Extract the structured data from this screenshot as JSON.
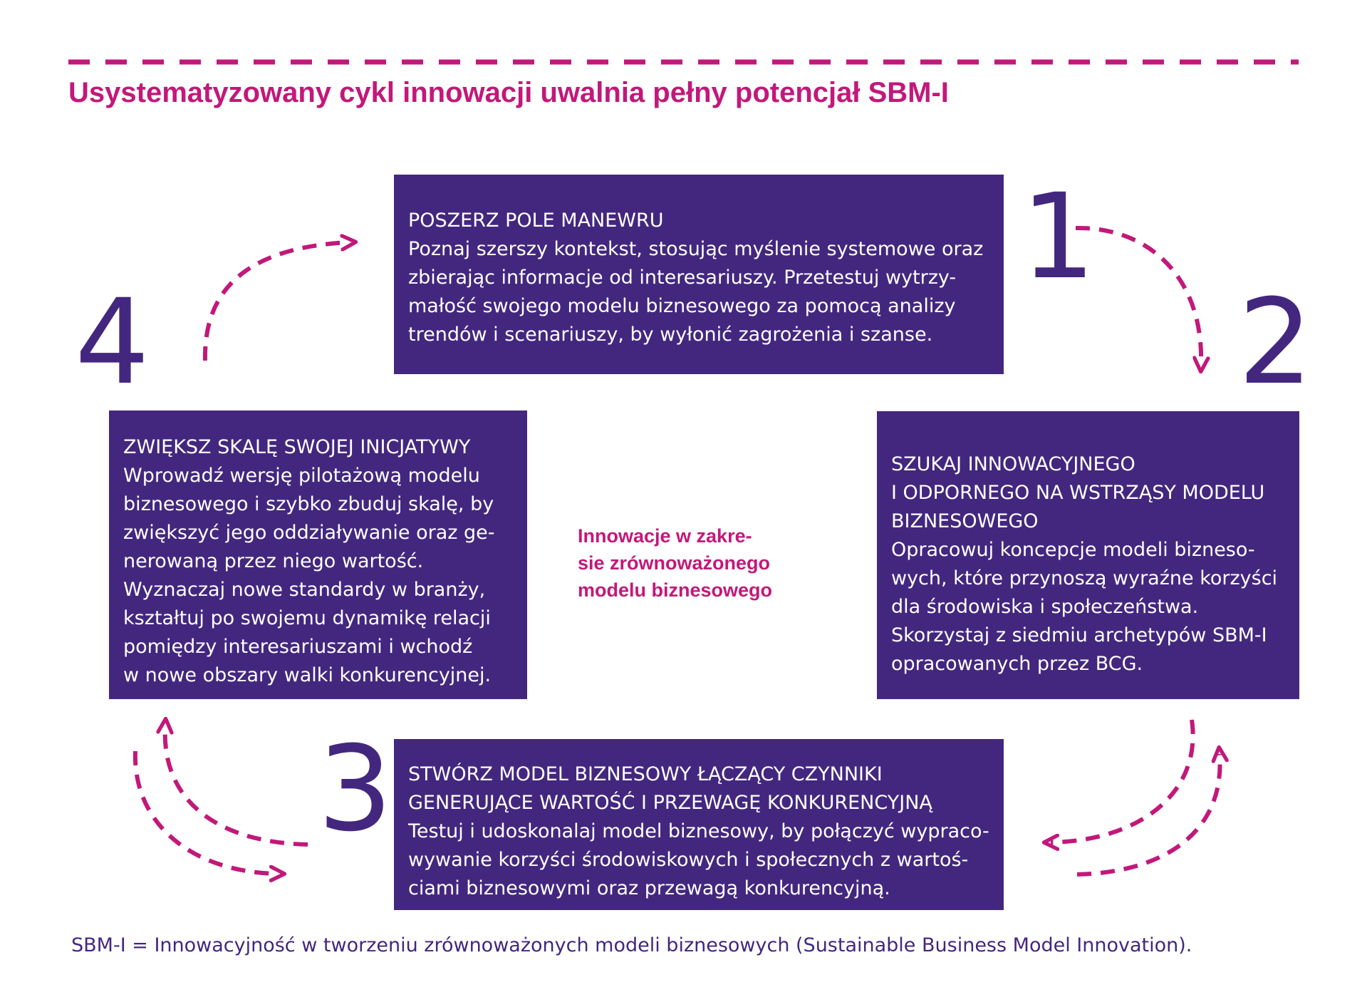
{
  "title": "Usystematyzowany cykl innowacji uwalnia pełny potencjał SBM-I",
  "colors": {
    "accent": "#c2187a",
    "primary": "#43277f",
    "background": "#ffffff"
  },
  "steps": [
    {
      "number": "1",
      "heading": [
        "POSZERZ POLE MANEWRU"
      ],
      "body": [
        "Poznaj szerszy kontekst, stosując myślenie systemowe oraz",
        "zbierając informacje od interesariuszy. Przetestuj wytrzy-",
        "małość swojego modelu biznesowego za pomocą analizy",
        "trendów i scenariuszy, by wyłonić zagrożenia i szanse."
      ]
    },
    {
      "number": "2",
      "heading": [
        "SZUKAJ INNOWACYJNEGO",
        "I ODPORNEGO NA WSTRZĄSY MODELU",
        "BIZNESOWEGO"
      ],
      "body": [
        "Opracowuj koncepcje modeli bizneso-",
        "wych, które przynoszą wyraźne korzyści",
        "dla środowiska i społeczeństwa.",
        "Skorzystaj z siedmiu archetypów SBM-I",
        "opracowanych przez BCG."
      ]
    },
    {
      "number": "3",
      "heading": [
        "STWÓRZ  MODEL BIZNESOWY ŁĄCZĄCY CZYNNIKI",
        "GENERUJĄCE WARTOŚĆ I PRZEWAGĘ KONKURENCYJNĄ"
      ],
      "body": [
        "Testuj i udoskonalaj model biznesowy, by połączyć wypraco-",
        "wywanie korzyści środowiskowych i społecznych z wartoś-",
        "ciami biznesowymi oraz przewagą konkurencyjną."
      ]
    },
    {
      "number": "4",
      "heading": [
        "ZWIĘKSZ SKALĘ SWOJEJ INICJATYWY"
      ],
      "body": [
        "Wprowadź wersję pilotażową modelu",
        "biznesowego i szybko zbuduj skalę, by",
        "zwiększyć jego oddziaływanie oraz ge-",
        "nerowaną przez niego wartość.",
        "Wyznaczaj nowe standardy w branży,",
        "kształtuj po swojemu dynamikę relacji",
        "pomiędzy interesariuszami i wchodź",
        "w nowe obszary walki konkurencyjnej."
      ]
    }
  ],
  "center_label": [
    "Innowacje w zakre-",
    "sie zrównoważonego",
    "modelu biznesowego"
  ],
  "footnote": "SBM-I = Innowacyjność w tworzeniu zrównoważonych modeli biznesowych (Sustainable Business Model Innovation)."
}
